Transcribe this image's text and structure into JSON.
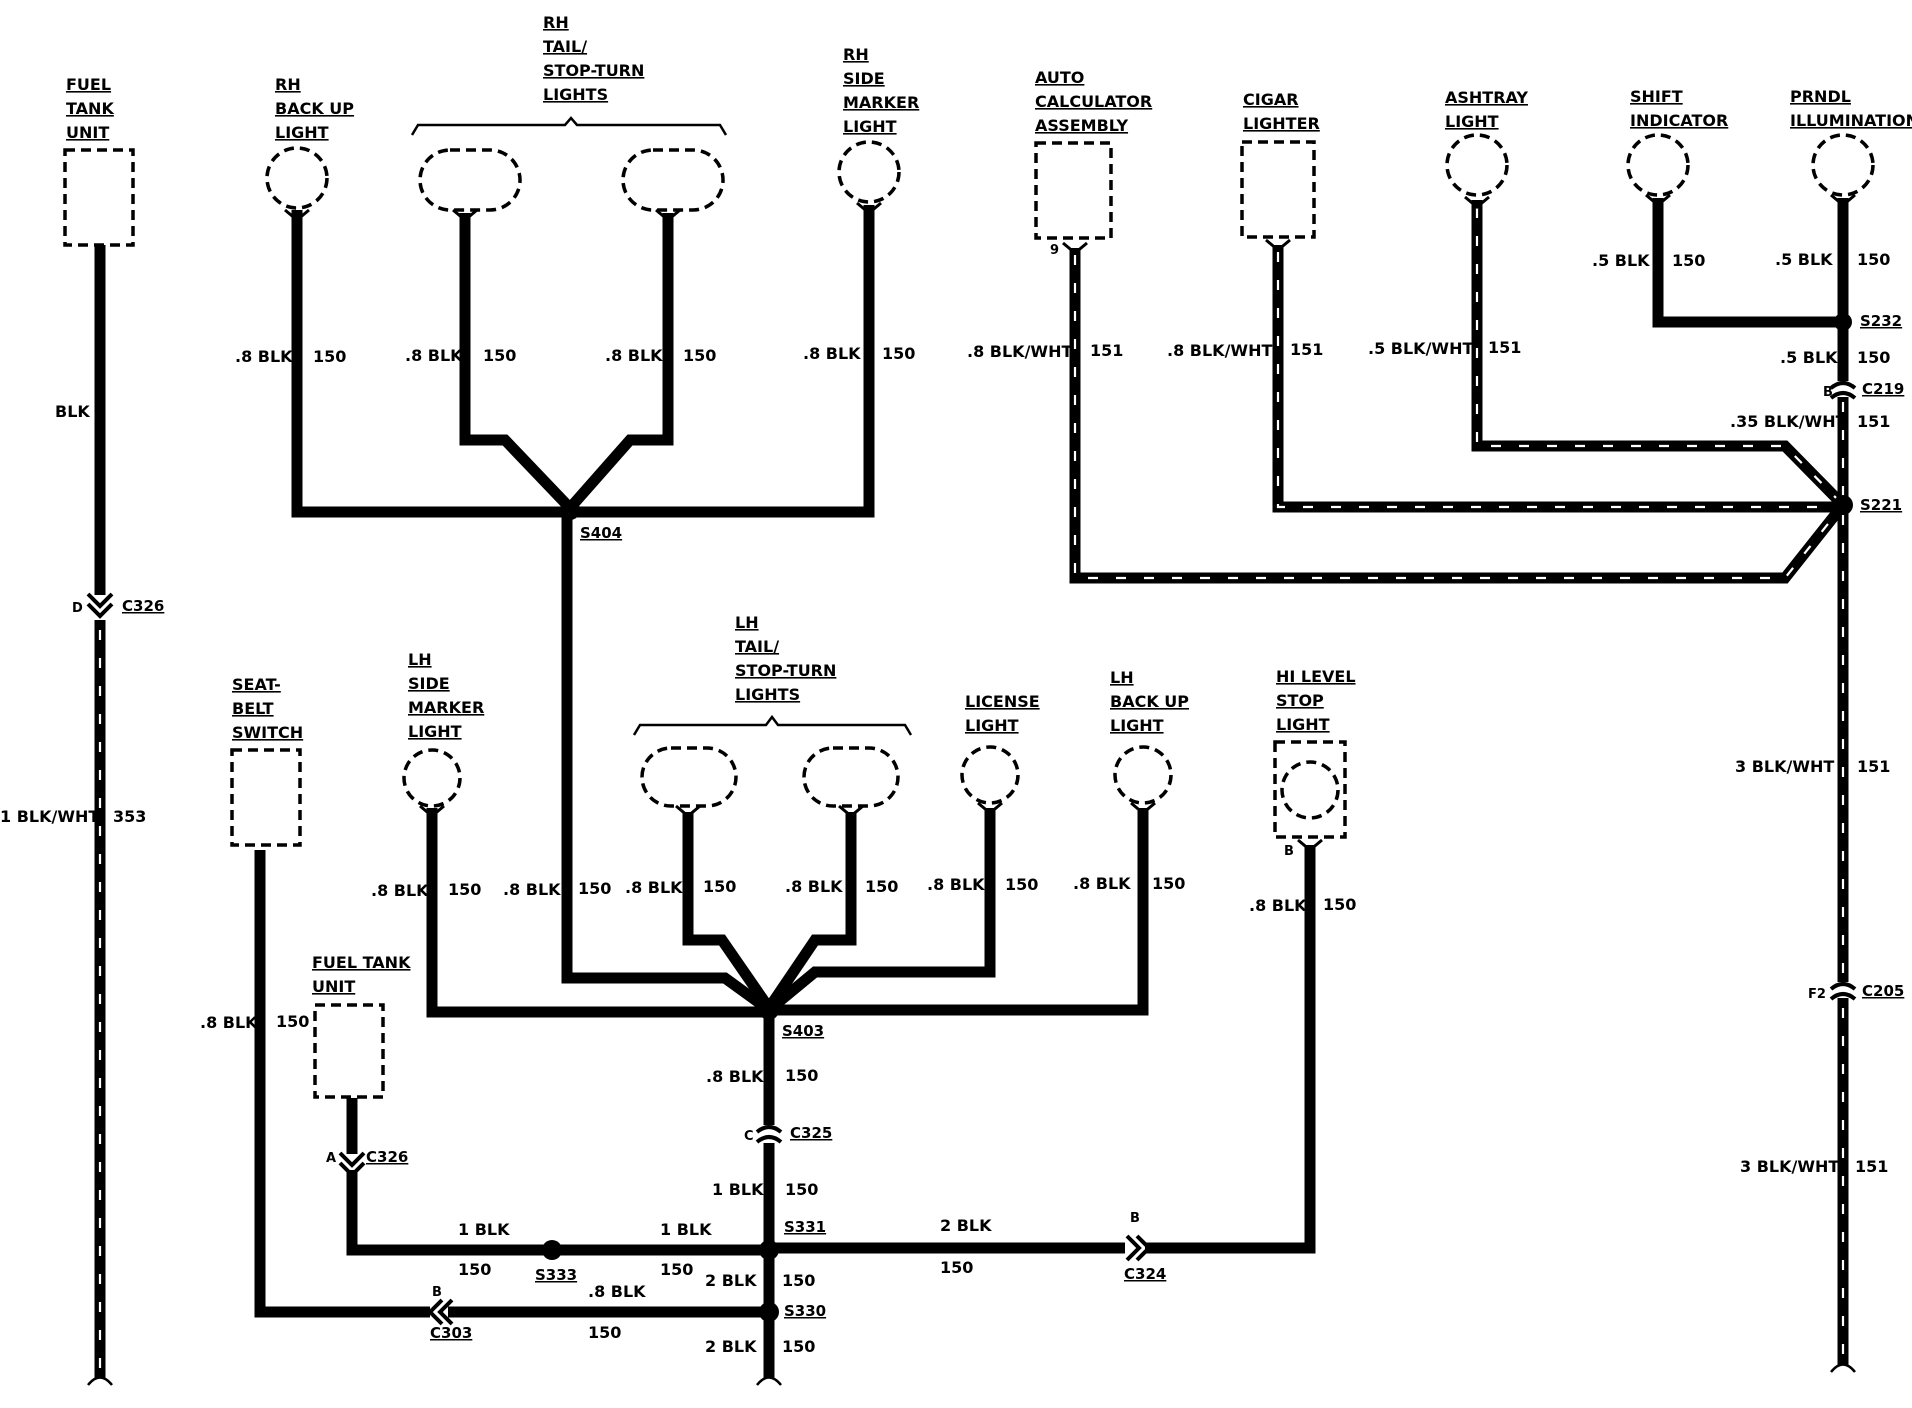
{
  "components": {
    "fuel_tank_unit_left": [
      "FUEL",
      "TANK",
      "UNIT"
    ],
    "rh_back_up_light": [
      "RH",
      "BACK UP",
      "LIGHT"
    ],
    "rh_tail_stop_turn_lights": [
      "RH",
      "TAIL/",
      "STOP-TURN",
      "LIGHTS"
    ],
    "rh_side_marker_light": [
      "RH",
      "SIDE",
      "MARKER",
      "LIGHT"
    ],
    "auto_calculator_assembly": [
      "AUTO",
      "CALCULATOR",
      "ASSEMBLY"
    ],
    "cigar_lighter": [
      "CIGAR",
      "LIGHTER"
    ],
    "ashtray_light": [
      "ASHTRAY",
      "LIGHT"
    ],
    "shift_indicator": [
      "SHIFT",
      "INDICATOR"
    ],
    "prndl_illumination": [
      "PRNDL",
      "ILLUMINATION"
    ],
    "seat_belt_switch": [
      "SEAT-",
      "BELT",
      "SWITCH"
    ],
    "lh_side_marker_light": [
      "LH",
      "SIDE",
      "MARKER",
      "LIGHT"
    ],
    "lh_tail_stop_turn_lights": [
      "LH",
      "TAIL/",
      "STOP-TURN",
      "LIGHTS"
    ],
    "license_light": [
      "LICENSE",
      "LIGHT"
    ],
    "lh_back_up_light": [
      "LH",
      "BACK UP",
      "LIGHT"
    ],
    "hi_level_stop_light": [
      "HI LEVEL",
      "STOP",
      "LIGHT"
    ],
    "fuel_tank_unit_lower": [
      "FUEL TANK",
      "UNIT"
    ]
  },
  "splices": {
    "s404": "S404",
    "s403": "S403",
    "s331": "S331",
    "s333": "S333",
    "s330": "S330",
    "s232": "S232",
    "s221": "S221"
  },
  "connectors": {
    "c326_top": "C326",
    "c326_low": "C326",
    "c325": "C325",
    "c324": "C324",
    "c303": "C303",
    "c219": "C219",
    "c205": "C205"
  },
  "pins": {
    "c326_top": "D",
    "c326_low": "A",
    "c325": "C",
    "c324": "B",
    "c303": "B",
    "c219": "B",
    "c205": "F2",
    "calc": "9",
    "hilevel": "B"
  },
  "wire_labels": {
    "fuel_blk": "BLK",
    "fuel_lower": [
      "1 BLK/WHT",
      "353"
    ],
    "rh_backup": [
      ".8 BLK",
      "150"
    ],
    "rh_tail1": [
      ".8 BLK",
      "150"
    ],
    "rh_tail2": [
      ".8 BLK",
      "150"
    ],
    "rh_marker": [
      ".8 BLK",
      "150"
    ],
    "calc": [
      ".8 BLK/WHT",
      "151"
    ],
    "cigar": [
      ".8 BLK/WHT",
      "151"
    ],
    "ashtray": [
      ".5 BLK/WHT",
      "151"
    ],
    "shift": [
      ".5 BLK",
      "150"
    ],
    "prndl": [
      ".5 BLK",
      "150"
    ],
    "s232_below": [
      ".5 BLK",
      "150"
    ],
    "c219_below": [
      ".35 BLK/WHT",
      "151"
    ],
    "right_mid": [
      "3 BLK/WHT",
      "151"
    ],
    "right_low": [
      "3 BLK/WHT",
      "151"
    ],
    "lh_marker": [
      ".8 BLK",
      "150"
    ],
    "s404_trunk": [
      ".8 BLK",
      "150"
    ],
    "lh_tail1": [
      ".8 BLK",
      "150"
    ],
    "lh_tail2": [
      ".8 BLK",
      "150"
    ],
    "license": [
      ".8 BLK",
      "150"
    ],
    "lh_backup": [
      ".8 BLK",
      "150"
    ],
    "hilevel": [
      ".8 BLK",
      "150"
    ],
    "seatbelt": [
      ".8 BLK",
      "150"
    ],
    "s403_below": [
      ".8 BLK",
      "150"
    ],
    "c325_below": [
      "1 BLK",
      "150"
    ],
    "s333_left": [
      "1 BLK",
      "150"
    ],
    "s333_right": [
      "1 BLK",
      "150"
    ],
    "s331_right": [
      "2 BLK",
      "150"
    ],
    "s331_below": [
      "2 BLK",
      "150"
    ],
    "s330_left": [
      ".8 BLK",
      "150"
    ],
    "s330_below": [
      "2 BLK",
      "150"
    ]
  }
}
